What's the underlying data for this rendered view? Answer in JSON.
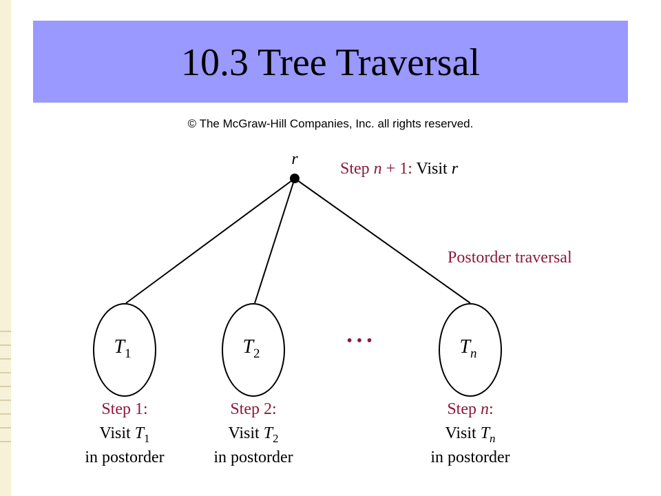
{
  "title": "10.3 Tree Traversal",
  "copyright": "© The McGraw-Hill Companies, Inc. all rights reserved.",
  "colors": {
    "title_bar": "#9999ff",
    "accent": "#8b1a3a",
    "line": "#000000"
  },
  "root": {
    "label": "r",
    "step_prefix": "Step ",
    "step_var": "n",
    "step_suffix": " + 1: ",
    "step_action": "Visit ",
    "step_action_var": "r"
  },
  "traversal_label": "Postorder traversal",
  "ellipsis": "• • •",
  "subtrees": [
    {
      "id": "t1",
      "var": "T",
      "sub": "1",
      "step": "Step 1:",
      "visit": "Visit ",
      "order": "in postorder"
    },
    {
      "id": "t2",
      "var": "T",
      "sub": "2",
      "step": "Step 2:",
      "visit": "Visit ",
      "order": "in postorder"
    },
    {
      "id": "tn",
      "var": "T",
      "sub": "n",
      "step_prefix": "Step ",
      "step_var": "n",
      "step_suffix": ":",
      "visit": "Visit ",
      "order": "in postorder"
    }
  ]
}
